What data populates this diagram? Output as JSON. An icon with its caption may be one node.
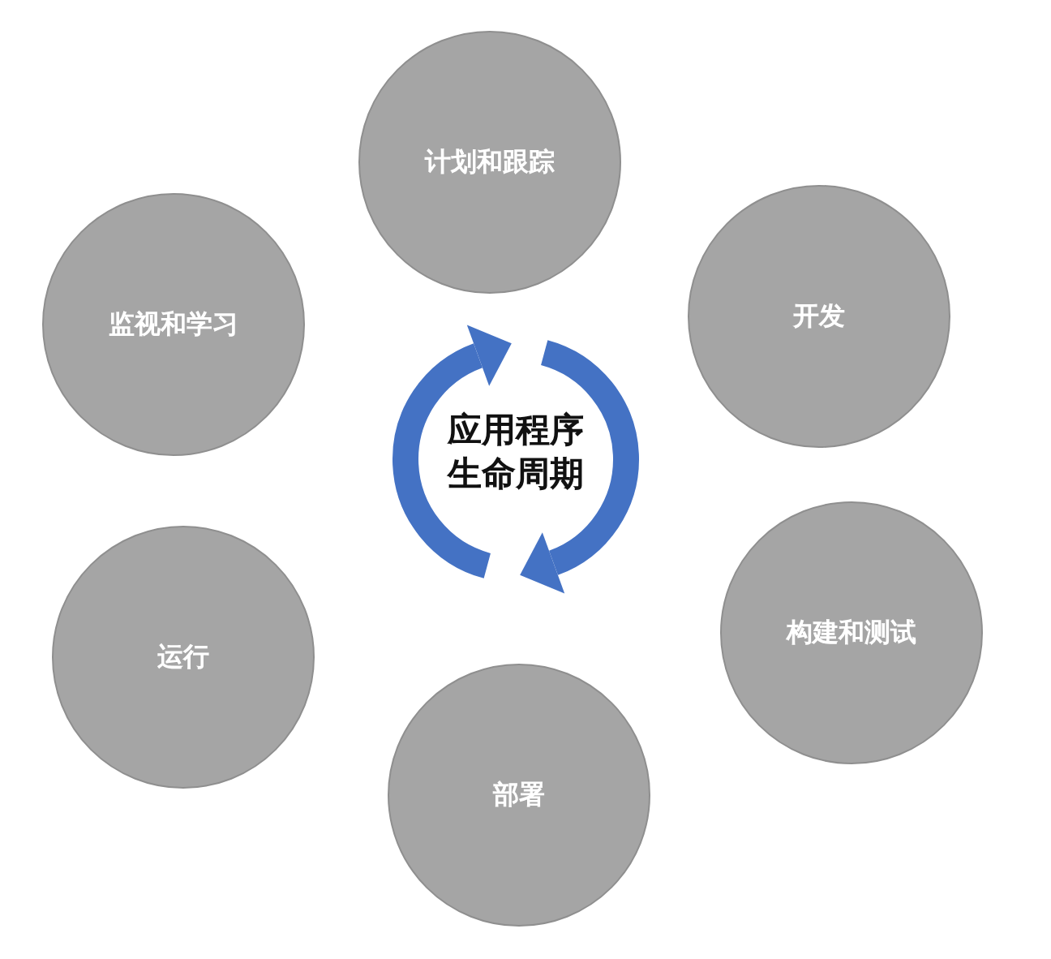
{
  "diagram": {
    "nodes": [
      {
        "text": [
          "计划和跟踪"
        ]
      },
      {
        "text": [
          "开发"
        ]
      },
      {
        "text": [
          "构建和测试"
        ]
      },
      {
        "text": [
          "部署"
        ]
      },
      {
        "text": [
          "运行"
        ]
      },
      {
        "text": [
          "监视和学习"
        ]
      }
    ],
    "labels": [
      "应用程序生命周期"
    ]
  }
}
